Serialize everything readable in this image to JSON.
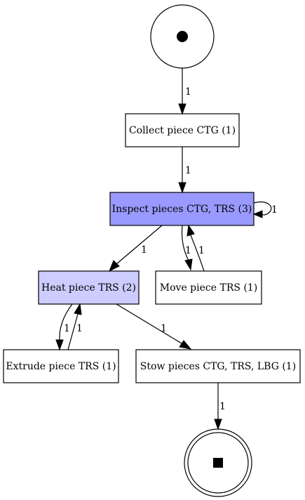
{
  "diagram": {
    "places": {
      "start": {
        "marker": "token-dot"
      },
      "end": {
        "marker": "token-square"
      }
    },
    "transitions": [
      {
        "id": "collect",
        "label": "Collect piece CTG (1)",
        "fill": "#ffffff"
      },
      {
        "id": "inspect",
        "label": "Inspect pieces CTG, TRS (3)",
        "fill": "#9999ff"
      },
      {
        "id": "heat",
        "label": "Heat piece TRS (2)",
        "fill": "#ccccff"
      },
      {
        "id": "move",
        "label": "Move piece TRS (1)",
        "fill": "#ffffff"
      },
      {
        "id": "extrude",
        "label": "Extrude piece TRS (1)",
        "fill": "#ffffff"
      },
      {
        "id": "stow",
        "label": "Stow pieces CTG, TRS, LBG (1)",
        "fill": "#ffffff"
      }
    ],
    "edges": [
      {
        "from": "start",
        "to": "collect",
        "label": "1"
      },
      {
        "from": "collect",
        "to": "inspect",
        "label": "1"
      },
      {
        "from": "inspect",
        "to": "inspect",
        "label": "1"
      },
      {
        "from": "inspect",
        "to": "heat",
        "label": "1"
      },
      {
        "from": "inspect",
        "to": "move",
        "label": "1"
      },
      {
        "from": "move",
        "to": "inspect",
        "label": "1"
      },
      {
        "from": "heat",
        "to": "extrude",
        "label": "1"
      },
      {
        "from": "extrude",
        "to": "heat",
        "label": "1"
      },
      {
        "from": "heat",
        "to": "stow",
        "label": "1"
      },
      {
        "from": "stow",
        "to": "end",
        "label": "1"
      }
    ]
  }
}
